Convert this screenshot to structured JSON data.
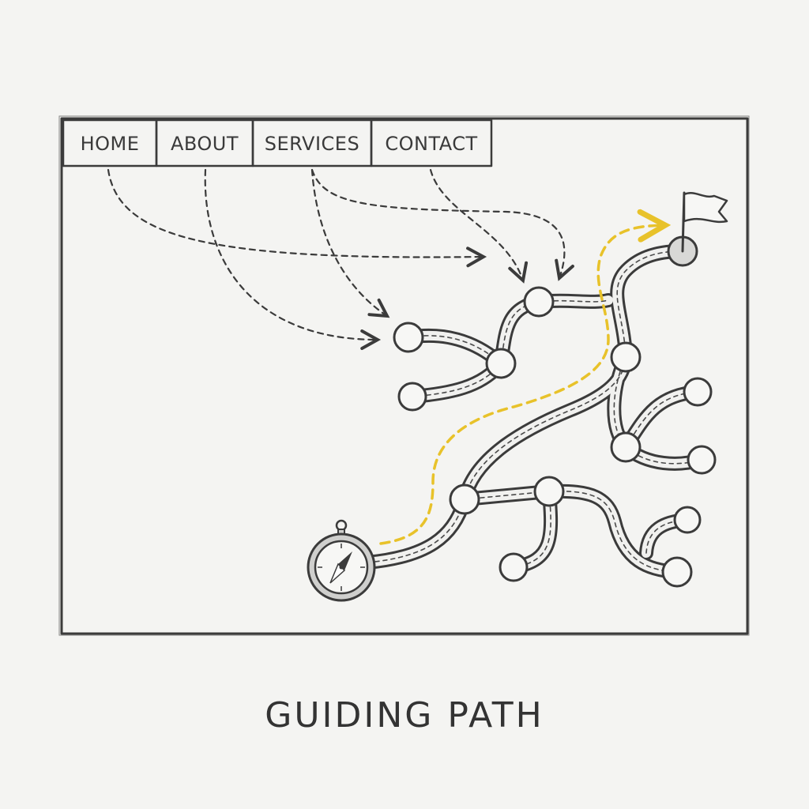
{
  "nav": {
    "items": [
      {
        "label": "HOME"
      },
      {
        "label": "ABOUT"
      },
      {
        "label": "SERVICES"
      },
      {
        "label": "CONTACT"
      }
    ]
  },
  "caption": "GUIDING PATH",
  "icons": {
    "start": "compass-icon",
    "goal": "flag-icon"
  },
  "colors": {
    "ink": "#3b3b3b",
    "highlight": "#e8c22a",
    "paper": "#f4f4f2",
    "node_fill": "#f7f7f5"
  }
}
